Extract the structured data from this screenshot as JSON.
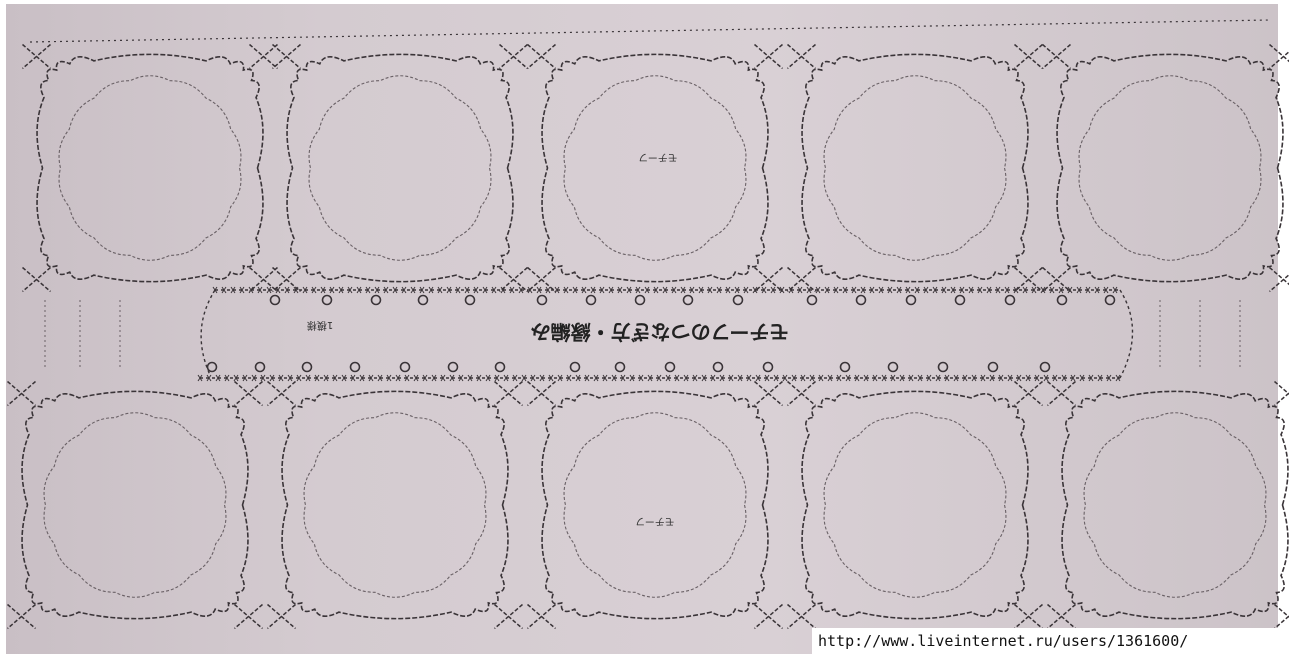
{
  "diagram": {
    "title": "モチーフのつなぎ方・縁編み",
    "motif_label_top": "モチーフ",
    "motif_label_bottom": "モチーフ",
    "start_label": "1模様",
    "watermark": "http://www.liveinternet.ru/users/1361600/"
  },
  "style": {
    "paper": "#d4cbd0",
    "ink": "#3a3438",
    "ink_light": "#6a6166"
  }
}
